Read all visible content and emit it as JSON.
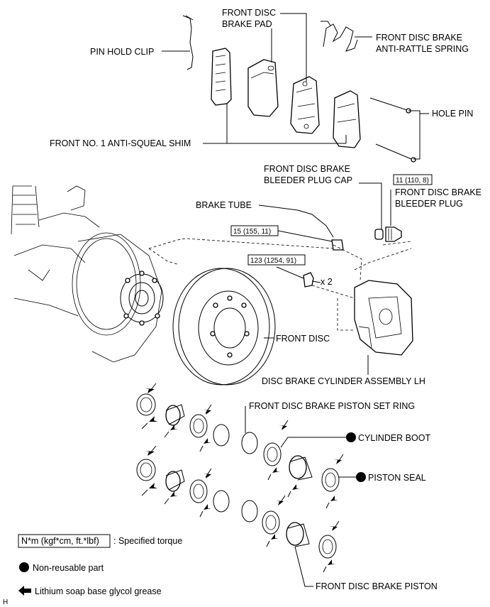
{
  "labels": {
    "pin_hold_clip": "PIN HOLD CLIP",
    "pad_1": "FRONT DISC",
    "pad_2": "BRAKE PAD",
    "spring_1": "FRONT DISC BRAKE",
    "spring_2": "ANTI-RATTLE SPRING",
    "hole_pin": "HOLE PIN",
    "shim": "FRONT NO. 1 ANTI-SQUEAL SHIM",
    "cap_1": "FRONT DISC BRAKE",
    "cap_2": "BLEEDER PLUG CAP",
    "plug_1": "FRONT DISC BRAKE",
    "plug_2": "BLEEDER PLUG",
    "brake_tube": "BRAKE TUBE",
    "front_disc": "FRONT DISC",
    "cylinder_assy": "DISC BRAKE CYLINDER ASSEMBLY LH",
    "set_ring": "FRONT DISC BRAKE PISTON SET RING",
    "cylinder_boot": "CYLINDER BOOT",
    "piston_seal": "PISTON SEAL",
    "piston": "FRONT DISC BRAKE PISTON",
    "qty": "x 2",
    "corner": "H"
  },
  "torques": {
    "plug": "11 (110, 8)",
    "tube": "15 (155, 11)",
    "bolt": "123 (1254, 91)"
  },
  "legend": {
    "unit_box": "N*m (kgf*cm, ft.*lbf)",
    "unit_text": ": Specified torque",
    "nonreusable": "Non-reusable part",
    "grease": "Lithium soap base glycol grease"
  },
  "colors": {
    "ink": "#000000",
    "paper": "#ffffff"
  }
}
